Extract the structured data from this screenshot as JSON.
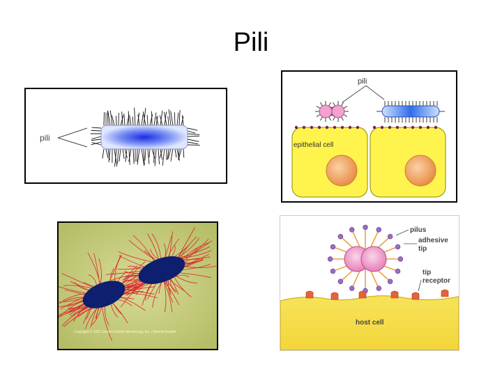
{
  "title": "Pili",
  "panel1": {
    "label": "pili"
  },
  "panel2": {
    "label_pili": "pili",
    "label_cell": "epithelial cell"
  },
  "panel3": {
    "copyright": "Copyright © 2001 Dennis Kunkel Microscopy, Inc. / Dennis Kunkel"
  },
  "panel4": {
    "label_pilus": "pilus",
    "label_adhesive_1": "adhesive",
    "label_adhesive_2": "tip",
    "label_receptor_1": "tip",
    "label_receptor_2": "receptor",
    "label_host": "host cell"
  },
  "colors": {
    "bacterium_blue": "#3b6cf0",
    "cell_yellow": "#fff44d",
    "nucleus_orange": "#f0a860",
    "pilus_red": "#d8282a",
    "coccus_pink": "#f3a2cf",
    "micrograph_bg": "#c9cf86",
    "micrograph_cell": "#0d1f6e"
  }
}
